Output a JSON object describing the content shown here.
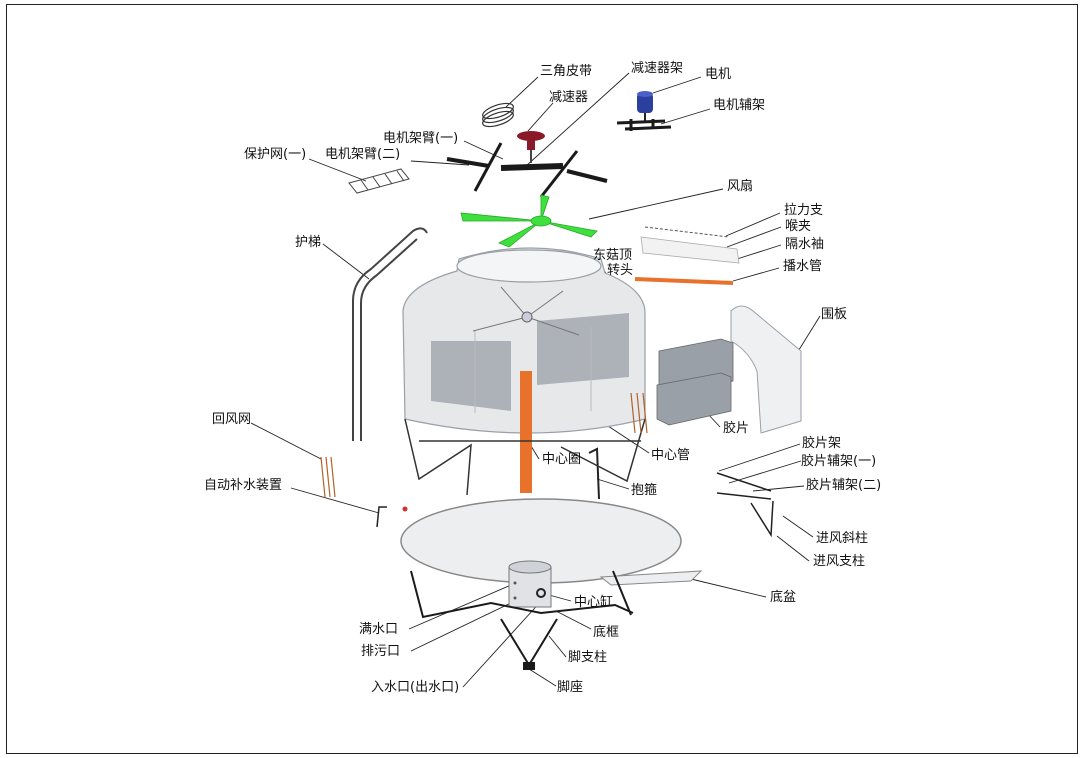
{
  "colors": {
    "fan": "#3ee03e",
    "orange_pipe": "#e8712b",
    "body_gray": "#e6e8ea",
    "fill_gray": "#9aa0a8",
    "motor_blue": "#2b3f9e",
    "reducer_red": "#8a1a2a",
    "frame_black": "#1a1a1a",
    "net_brown": "#b0622a"
  },
  "labels": {
    "triangle_belt": "三角皮带",
    "reducer_frame": "减速器架",
    "motor": "电机",
    "reducer": "减速器",
    "motor_aux_frame": "电机辅架",
    "motor_arm_1": "电机架臂(一)",
    "guard_net_1": "保护网(一)",
    "motor_arm_2": "电机架臂(二)",
    "fan": "风扇",
    "tension_brace": "拉力支",
    "throat_clamp": "喉夹",
    "water_barrier": "隔水袖",
    "spray_pipe": "播水管",
    "ladder": "护梯",
    "mushroom_top": "东菇顶",
    "rotor_head": "转头",
    "shroud": "围板",
    "fill": "胶片",
    "return_air_net": "回风网",
    "center_ring": "中心圈",
    "center_pipe": "中心管",
    "hoop": "抱箍",
    "fill_frame": "胶片架",
    "fill_aux_frame_1": "胶片辅架(一)",
    "fill_aux_frame_2": "胶片辅架(二)",
    "auto_makeup": "自动补水装置",
    "inlet_slant_column": "进风斜柱",
    "inlet_column": "进风支柱",
    "base_basin": "底盆",
    "center_tank": "中心缸",
    "overflow": "满水口",
    "base_frame": "底框",
    "drain": "排污口",
    "leg_column": "脚支柱",
    "water_inlet_outlet": "入水口(出水口)",
    "foot_base": "脚座"
  }
}
